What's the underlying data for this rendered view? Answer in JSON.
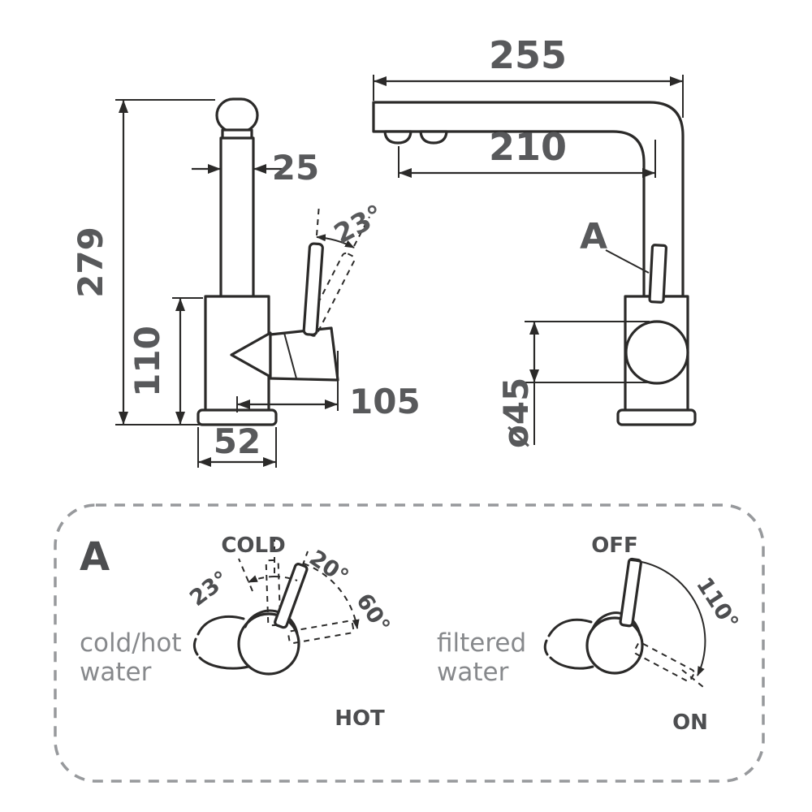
{
  "colors": {
    "line": "#2b2a29",
    "dim": "#58595b",
    "label": "#4d4e50",
    "caption": "#87898c",
    "border": "#97999c"
  },
  "front_view": {
    "height_total": "279",
    "body_height": "110",
    "spout_width": "25",
    "handle_angle": "23°",
    "handle_reach": "105",
    "base_width": "52"
  },
  "side_view": {
    "spout_reach": "255",
    "spout_inner": "210",
    "detail_ref": "A",
    "body_diameter": "ø45"
  },
  "detail_panel": {
    "label": "A",
    "mixer": {
      "caption_line1": "cold/hot",
      "caption_line2": "water",
      "pos_cold": "COLD",
      "pos_hot": "HOT",
      "angle_20": "20°",
      "angle_60": "60°",
      "angle_23": "23°"
    },
    "filter": {
      "caption_line1": "filtered",
      "caption_line2": "water",
      "pos_off": "OFF",
      "pos_on": "ON",
      "angle_110": "110°"
    }
  }
}
